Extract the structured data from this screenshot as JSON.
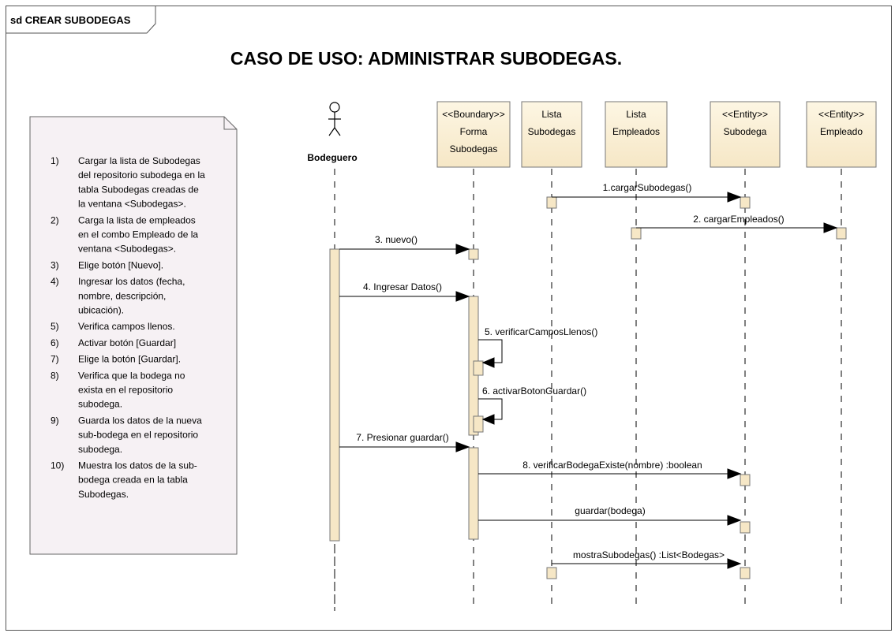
{
  "frame": {
    "label": "sd CREAR SUBODEGAS"
  },
  "title": "CASO DE USO: ADMINISTRAR SUBODEGAS.",
  "actor": {
    "name": "Bodeguero"
  },
  "lifelines": [
    {
      "id": "forma",
      "lines": [
        "<<Boundary>>",
        "Forma",
        "Subodegas"
      ]
    },
    {
      "id": "listasub",
      "lines": [
        "Lista",
        "Subodegas"
      ]
    },
    {
      "id": "listaemp",
      "lines": [
        "Lista",
        "Empleados"
      ]
    },
    {
      "id": "subodega",
      "lines": [
        "<<Entity>>",
        "Subodega"
      ]
    },
    {
      "id": "empleado",
      "lines": [
        "<<Entity>>",
        "Empleado"
      ]
    }
  ],
  "messages": [
    {
      "label": "1.cargarSubodegas()"
    },
    {
      "label": "2. cargarEmpleados()"
    },
    {
      "label": "3. nuevo()"
    },
    {
      "label": "4. Ingresar Datos()"
    },
    {
      "label": "5. verificarCamposLlenos()"
    },
    {
      "label": "6. activarBotonGuardar()"
    },
    {
      "label": "7. Presionar guardar()"
    },
    {
      "label": "8. verificarBodegaExiste(nombre) :boolean"
    },
    {
      "label": "guardar(bodega)"
    },
    {
      "label": "mostraSubodegas() :List<Bodegas>"
    }
  ],
  "note": {
    "items": [
      {
        "num": "1)",
        "lines": [
          "Cargar la lista de Subodegas",
          "del repositorio subodega en la",
          "tabla Subodegas creadas de",
          "la ventana <Subodegas>."
        ]
      },
      {
        "num": "2)",
        "lines": [
          "Carga la lista de empleados",
          "en el combo Empleado de la",
          "ventana <Subodegas>."
        ]
      },
      {
        "num": "3)",
        "lines": [
          "Elige botón [Nuevo]."
        ]
      },
      {
        "num": "4)",
        "lines": [
          "Ingresar los datos (fecha,",
          "nombre, descripción,",
          "ubicación)."
        ]
      },
      {
        "num": "5)",
        "lines": [
          "Verifica campos llenos."
        ]
      },
      {
        "num": "6)",
        "lines": [
          "Activar botón  [Guardar]"
        ]
      },
      {
        "num": "7)",
        "lines": [
          "Elige la botón [Guardar]."
        ]
      },
      {
        "num": "8)",
        "lines": [
          "Verifica que la bodega no",
          "exista en el repositorio",
          "subodega."
        ]
      },
      {
        "num": "9)",
        "lines": [
          "Guarda los datos de la nueva",
          "sub-bodega en el repositorio",
          "subodega."
        ]
      },
      {
        "num": "10)",
        "lines": [
          "Muestra los datos de la sub-",
          "bodega creada en la tabla",
          "Subodegas."
        ]
      }
    ]
  }
}
